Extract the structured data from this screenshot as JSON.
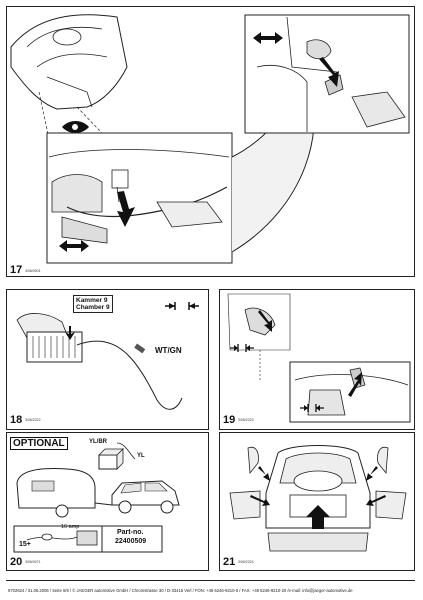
{
  "steps": [
    {
      "number": "17",
      "code": "3/06/0001"
    },
    {
      "number": "18",
      "code": "3/06/2222"
    },
    {
      "number": "19",
      "code": "3/06/2223"
    },
    {
      "number": "20",
      "code": "3/06/0071"
    },
    {
      "number": "21",
      "code": "3/06/2224"
    }
  ],
  "step18": {
    "chamber_label": "Kammer 9\nChamber 9",
    "wire_label": "WT/GN"
  },
  "step20": {
    "optional_label": "OPTIONAL",
    "wire_label_1": "YL/BR",
    "wire_label_2": "YL",
    "fuse_label": "16 amp",
    "partno_label": "Part-no.",
    "partno_value": "22400509",
    "battery_label": "15+"
  },
  "footer": "9702624 / 31.05.2006 / Seite 5/6 / © JAEGER automotive GmbH / Chromstrasse 30 / D-33415 Verl / FON: +49 5246-9210-0 / FAX: +49 5246-9210-20 /e-mail: info@jaeger-automotive.de"
}
